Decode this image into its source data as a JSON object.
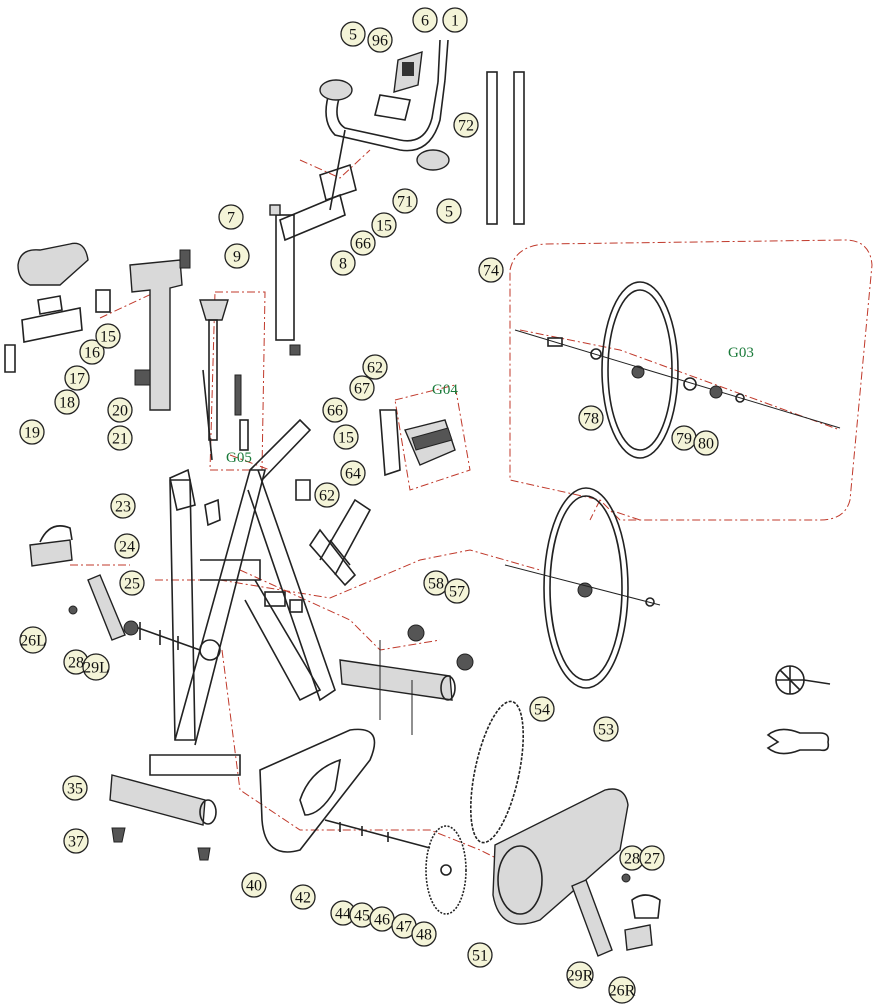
{
  "callouts": [
    {
      "id": "c-5a",
      "label": "5"
    },
    {
      "id": "c-96",
      "label": "96",
      "color": "#b400b4"
    },
    {
      "id": "c-6",
      "label": "6"
    },
    {
      "id": "c-1",
      "label": "1"
    },
    {
      "id": "c-72",
      "label": "72"
    },
    {
      "id": "c-5b",
      "label": "5"
    },
    {
      "id": "c-71",
      "label": "71"
    },
    {
      "id": "c-15a",
      "label": "15"
    },
    {
      "id": "c-66a",
      "label": "66"
    },
    {
      "id": "c-7",
      "label": "7"
    },
    {
      "id": "c-8",
      "label": "8",
      "color": "#b400b4"
    },
    {
      "id": "c-74",
      "label": "74"
    },
    {
      "id": "c-9",
      "label": "9"
    },
    {
      "id": "c-16",
      "label": "16"
    },
    {
      "id": "c-15b",
      "label": "15"
    },
    {
      "id": "c-17",
      "label": "17"
    },
    {
      "id": "c-18",
      "label": "18"
    },
    {
      "id": "c-19",
      "label": "19"
    },
    {
      "id": "c-20",
      "label": "20"
    },
    {
      "id": "c-21",
      "label": "21"
    },
    {
      "id": "c-62a",
      "label": "62"
    },
    {
      "id": "c-66b",
      "label": "66"
    },
    {
      "id": "c-67",
      "label": "67"
    },
    {
      "id": "c-15c",
      "label": "15"
    },
    {
      "id": "c-78",
      "label": "78",
      "color": "#1f5fbf"
    },
    {
      "id": "c-79",
      "label": "79"
    },
    {
      "id": "c-80",
      "label": "80"
    },
    {
      "id": "c-23",
      "label": "23"
    },
    {
      "id": "c-62b",
      "label": "62"
    },
    {
      "id": "c-64",
      "label": "64"
    },
    {
      "id": "c-24",
      "label": "24"
    },
    {
      "id": "c-25",
      "label": "25"
    },
    {
      "id": "c-58",
      "label": "58"
    },
    {
      "id": "c-57",
      "label": "57"
    },
    {
      "id": "c-26L",
      "label": "26L"
    },
    {
      "id": "c-28a",
      "label": "28"
    },
    {
      "id": "c-29L",
      "label": "29L"
    },
    {
      "id": "c-54",
      "label": "54"
    },
    {
      "id": "c-53",
      "label": "53"
    },
    {
      "id": "c-35",
      "label": "35"
    },
    {
      "id": "c-37",
      "label": "37"
    },
    {
      "id": "c-28b",
      "label": "28"
    },
    {
      "id": "c-27",
      "label": "27"
    },
    {
      "id": "c-40",
      "label": "40"
    },
    {
      "id": "c-42",
      "label": "42"
    },
    {
      "id": "c-44",
      "label": "44"
    },
    {
      "id": "c-45",
      "label": "45"
    },
    {
      "id": "c-46",
      "label": "46"
    },
    {
      "id": "c-47",
      "label": "47"
    },
    {
      "id": "c-48",
      "label": "48"
    },
    {
      "id": "c-51",
      "label": "51"
    },
    {
      "id": "c-29R",
      "label": "29R"
    },
    {
      "id": "c-26R",
      "label": "26R"
    }
  ],
  "group_labels": {
    "g03": "G03",
    "g04": "G04",
    "g05": "G05"
  },
  "colors": {
    "line": "#222222",
    "dash": "#c0392b",
    "group": "#1a7a3a",
    "callout_fill": "#f4f4d8"
  }
}
